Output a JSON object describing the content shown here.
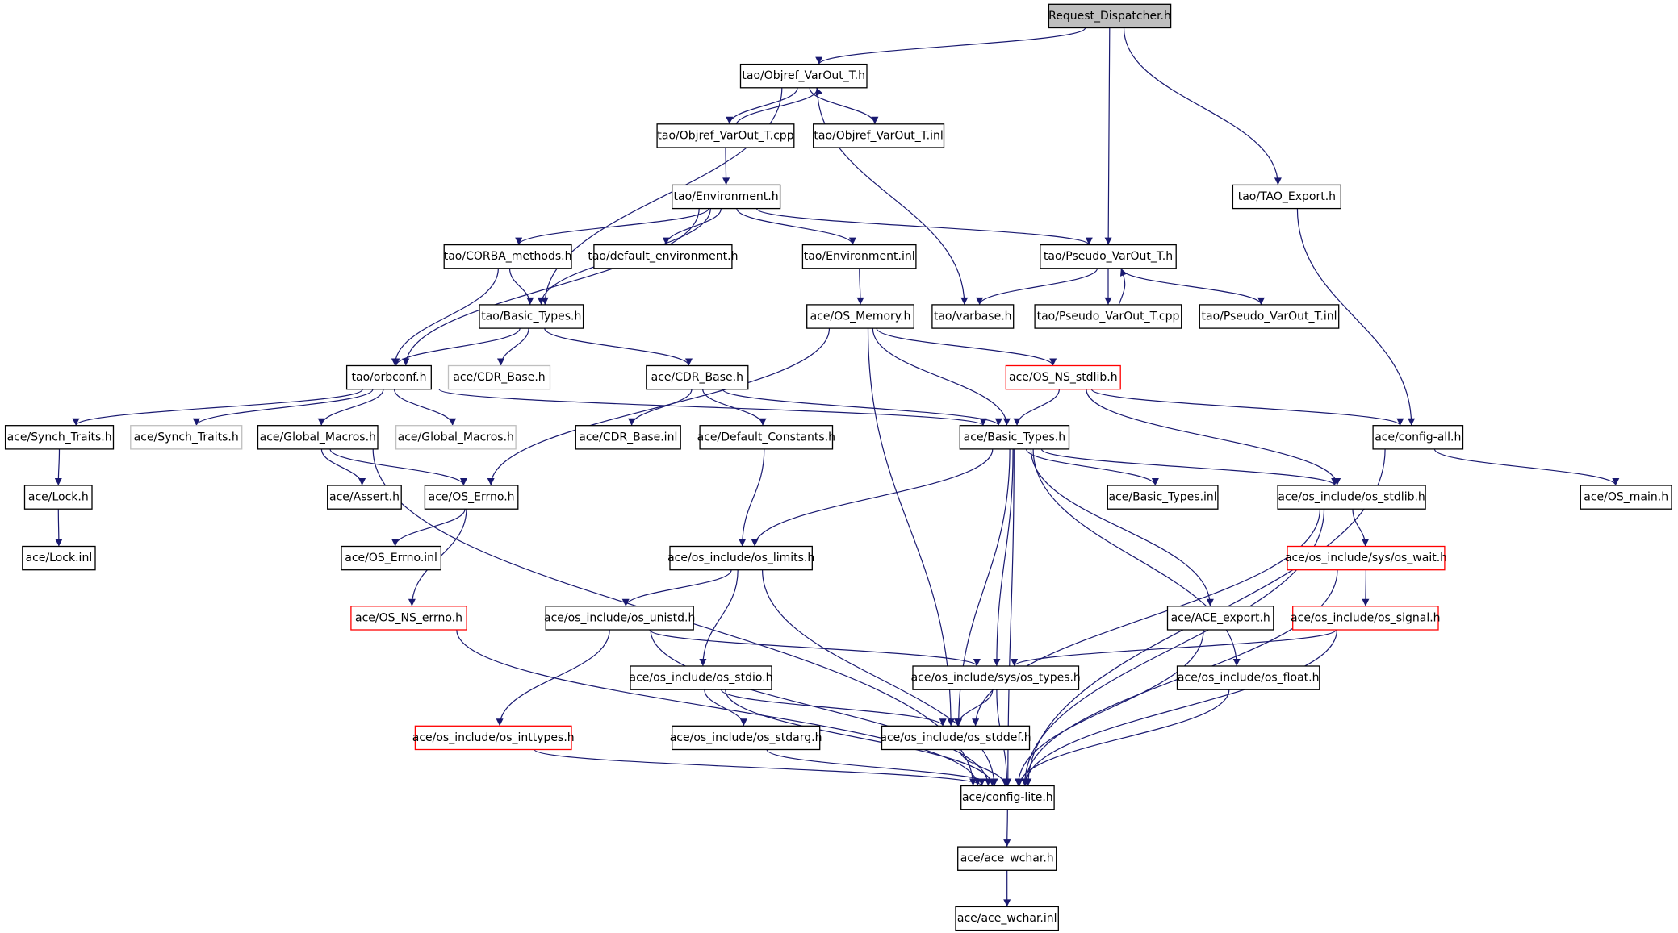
{
  "diagram": {
    "colors": {
      "edge": "#191970",
      "node_border_default": "#000000",
      "node_border_missing": "#ff0000",
      "node_border_external": "#bfbfbf",
      "root_fill": "#bfbfbf",
      "node_fill": "#ffffff"
    },
    "nodes": [
      {
        "id": "n1",
        "label": "Request_Dispatcher.h",
        "kind": "root"
      },
      {
        "id": "n2",
        "label": "tao/Objref_VarOut_T.h",
        "kind": "normal"
      },
      {
        "id": "n3",
        "label": "tao/Objref_VarOut_T.cpp",
        "kind": "normal"
      },
      {
        "id": "n4",
        "label": "tao/Objref_VarOut_T.inl",
        "kind": "normal"
      },
      {
        "id": "n5",
        "label": "tao/Environment.h",
        "kind": "normal"
      },
      {
        "id": "n6",
        "label": "tao/TAO_Export.h",
        "kind": "normal"
      },
      {
        "id": "n7",
        "label": "tao/CORBA_methods.h",
        "kind": "normal"
      },
      {
        "id": "n8",
        "label": "tao/default_environment.h",
        "kind": "normal"
      },
      {
        "id": "n9",
        "label": "tao/Environment.inl",
        "kind": "normal"
      },
      {
        "id": "n10",
        "label": "tao/Pseudo_VarOut_T.h",
        "kind": "normal"
      },
      {
        "id": "n11",
        "label": "tao/Basic_Types.h",
        "kind": "normal"
      },
      {
        "id": "n12",
        "label": "ace/OS_Memory.h",
        "kind": "normal"
      },
      {
        "id": "n13",
        "label": "tao/varbase.h",
        "kind": "normal"
      },
      {
        "id": "n14",
        "label": "tao/Pseudo_VarOut_T.cpp",
        "kind": "normal"
      },
      {
        "id": "n15",
        "label": "tao/Pseudo_VarOut_T.inl",
        "kind": "normal"
      },
      {
        "id": "n16",
        "label": "tao/orbconf.h",
        "kind": "normal"
      },
      {
        "id": "n17",
        "label": "ace/CDR_Base.h",
        "kind": "external"
      },
      {
        "id": "n18",
        "label": "ace/CDR_Base.h",
        "kind": "normal"
      },
      {
        "id": "n19",
        "label": "ace/OS_NS_stdlib.h",
        "kind": "missing"
      },
      {
        "id": "n20",
        "label": "ace/Synch_Traits.h",
        "kind": "normal"
      },
      {
        "id": "n21",
        "label": "ace/Synch_Traits.h",
        "kind": "external"
      },
      {
        "id": "n22",
        "label": "ace/Global_Macros.h",
        "kind": "normal"
      },
      {
        "id": "n23",
        "label": "ace/Global_Macros.h",
        "kind": "external"
      },
      {
        "id": "n24",
        "label": "ace/CDR_Base.inl",
        "kind": "normal"
      },
      {
        "id": "n25",
        "label": "ace/Default_Constants.h",
        "kind": "normal"
      },
      {
        "id": "n26",
        "label": "ace/Basic_Types.h",
        "kind": "normal"
      },
      {
        "id": "n27",
        "label": "ace/config-all.h",
        "kind": "normal"
      },
      {
        "id": "n28",
        "label": "ace/Lock.h",
        "kind": "normal"
      },
      {
        "id": "n29",
        "label": "ace/Assert.h",
        "kind": "normal"
      },
      {
        "id": "n30",
        "label": "ace/OS_Errno.h",
        "kind": "normal"
      },
      {
        "id": "n31",
        "label": "ace/Basic_Types.inl",
        "kind": "normal"
      },
      {
        "id": "n32",
        "label": "ace/os_include/os_stdlib.h",
        "kind": "normal"
      },
      {
        "id": "n33",
        "label": "ace/OS_main.h",
        "kind": "normal"
      },
      {
        "id": "n34",
        "label": "ace/Lock.inl",
        "kind": "normal"
      },
      {
        "id": "n35",
        "label": "ace/OS_Errno.inl",
        "kind": "normal"
      },
      {
        "id": "n36",
        "label": "ace/os_include/os_limits.h",
        "kind": "normal"
      },
      {
        "id": "n37",
        "label": "ace/os_include/sys/os_wait.h",
        "kind": "missing"
      },
      {
        "id": "n38",
        "label": "ace/OS_NS_errno.h",
        "kind": "missing"
      },
      {
        "id": "n39",
        "label": "ace/os_include/os_unistd.h",
        "kind": "normal"
      },
      {
        "id": "n40",
        "label": "ace/ACE_export.h",
        "kind": "normal"
      },
      {
        "id": "n41",
        "label": "ace/os_include/os_signal.h",
        "kind": "missing"
      },
      {
        "id": "n42",
        "label": "ace/os_include/os_stdio.h",
        "kind": "normal"
      },
      {
        "id": "n43",
        "label": "ace/os_include/sys/os_types.h",
        "kind": "normal"
      },
      {
        "id": "n44",
        "label": "ace/os_include/os_float.h",
        "kind": "normal"
      },
      {
        "id": "n45",
        "label": "ace/os_include/os_inttypes.h",
        "kind": "missing"
      },
      {
        "id": "n46",
        "label": "ace/os_include/os_stdarg.h",
        "kind": "normal"
      },
      {
        "id": "n47",
        "label": "ace/os_include/os_stddef.h",
        "kind": "normal"
      },
      {
        "id": "n48",
        "label": "ace/config-lite.h",
        "kind": "normal"
      },
      {
        "id": "n49",
        "label": "ace/ace_wchar.h",
        "kind": "normal"
      },
      {
        "id": "n50",
        "label": "ace/ace_wchar.inl",
        "kind": "normal"
      }
    ],
    "edges": [
      [
        "n1",
        "n2"
      ],
      [
        "n1",
        "n10"
      ],
      [
        "n1",
        "n6"
      ],
      [
        "n2",
        "n3"
      ],
      [
        "n3",
        "n2"
      ],
      [
        "n2",
        "n4"
      ],
      [
        "n2",
        "n11"
      ],
      [
        "n2",
        "n13"
      ],
      [
        "n3",
        "n5"
      ],
      [
        "n5",
        "n7"
      ],
      [
        "n5",
        "n8"
      ],
      [
        "n5",
        "n9"
      ],
      [
        "n5",
        "n10"
      ],
      [
        "n5",
        "n11"
      ],
      [
        "n5",
        "n16"
      ],
      [
        "n6",
        "n27"
      ],
      [
        "n7",
        "n11"
      ],
      [
        "n7",
        "n16"
      ],
      [
        "n9",
        "n12"
      ],
      [
        "n10",
        "n13"
      ],
      [
        "n10",
        "n14"
      ],
      [
        "n14",
        "n10"
      ],
      [
        "n10",
        "n15"
      ],
      [
        "n11",
        "n16"
      ],
      [
        "n11",
        "n17"
      ],
      [
        "n11",
        "n18"
      ],
      [
        "n12",
        "n30"
      ],
      [
        "n12",
        "n19"
      ],
      [
        "n12",
        "n26"
      ],
      [
        "n12",
        "n47"
      ],
      [
        "n16",
        "n20"
      ],
      [
        "n16",
        "n21"
      ],
      [
        "n16",
        "n22"
      ],
      [
        "n16",
        "n23"
      ],
      [
        "n16",
        "n26"
      ],
      [
        "n18",
        "n24"
      ],
      [
        "n18",
        "n25"
      ],
      [
        "n18",
        "n26"
      ],
      [
        "n19",
        "n26"
      ],
      [
        "n19",
        "n27"
      ],
      [
        "n19",
        "n32"
      ],
      [
        "n20",
        "n28"
      ],
      [
        "n28",
        "n34"
      ],
      [
        "n22",
        "n29"
      ],
      [
        "n22",
        "n30"
      ],
      [
        "n22",
        "n48"
      ],
      [
        "n26",
        "n31"
      ],
      [
        "n26",
        "n32"
      ],
      [
        "n26",
        "n36"
      ],
      [
        "n26",
        "n40"
      ],
      [
        "n26",
        "n43"
      ],
      [
        "n26",
        "n44"
      ],
      [
        "n26",
        "n47"
      ],
      [
        "n26",
        "n48"
      ],
      [
        "n27",
        "n33"
      ],
      [
        "n27",
        "n48"
      ],
      [
        "n30",
        "n35"
      ],
      [
        "n30",
        "n38"
      ],
      [
        "n32",
        "n37"
      ],
      [
        "n32",
        "n47"
      ],
      [
        "n32",
        "n48"
      ],
      [
        "n25",
        "n36"
      ],
      [
        "n36",
        "n39"
      ],
      [
        "n36",
        "n42"
      ],
      [
        "n36",
        "n48"
      ],
      [
        "n37",
        "n41"
      ],
      [
        "n37",
        "n48"
      ],
      [
        "n38",
        "n48"
      ],
      [
        "n39",
        "n45"
      ],
      [
        "n39",
        "n43"
      ],
      [
        "n39",
        "n48"
      ],
      [
        "n40",
        "n48"
      ],
      [
        "n41",
        "n43"
      ],
      [
        "n41",
        "n48"
      ],
      [
        "n42",
        "n46"
      ],
      [
        "n42",
        "n47"
      ],
      [
        "n42",
        "n48"
      ],
      [
        "n43",
        "n47"
      ],
      [
        "n43",
        "n48"
      ],
      [
        "n44",
        "n48"
      ],
      [
        "n45",
        "n48"
      ],
      [
        "n46",
        "n48"
      ],
      [
        "n47",
        "n48"
      ],
      [
        "n48",
        "n49"
      ],
      [
        "n49",
        "n50"
      ]
    ]
  }
}
